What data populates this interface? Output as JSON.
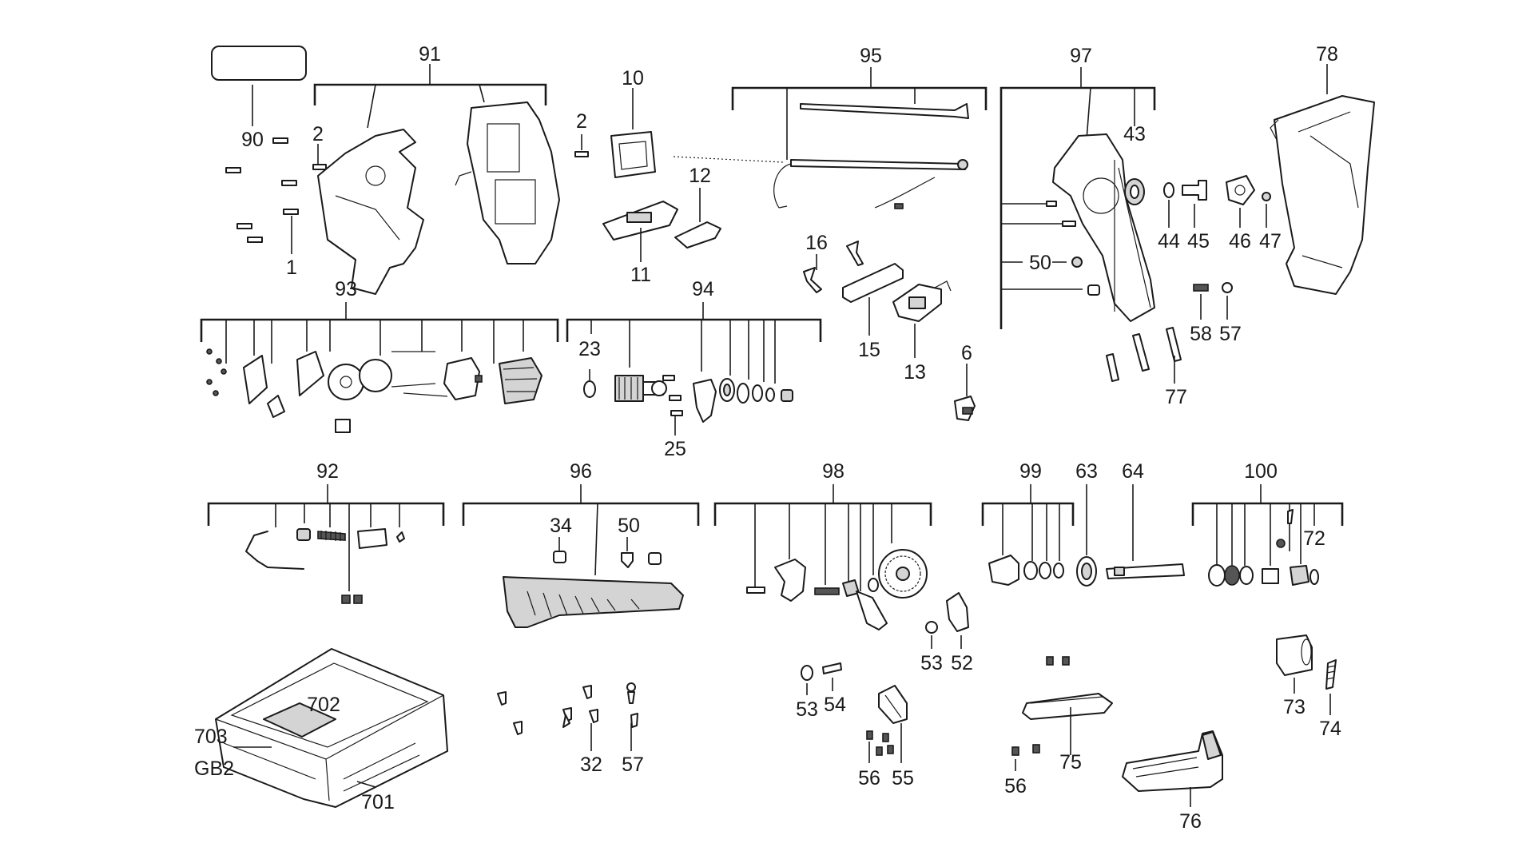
{
  "labels": {
    "l90": "90",
    "l91": "91",
    "l2a": "2",
    "l1": "1",
    "l10": "10",
    "l2b": "2",
    "l12": "12",
    "l11": "11",
    "l95": "95",
    "l97": "97",
    "l43": "43",
    "l78": "78",
    "l44": "44",
    "l45": "45",
    "l46": "46",
    "l47": "47",
    "l50a": "50",
    "l16": "16",
    "l15": "15",
    "l13": "13",
    "l6": "6",
    "l58": "58",
    "l57a": "57",
    "l77": "77",
    "l93": "93",
    "l94": "94",
    "l23": "23",
    "l25": "25",
    "l92": "92",
    "l96": "96",
    "l34": "34",
    "l50b": "50",
    "l98": "98",
    "l99": "99",
    "l63": "63",
    "l64": "64",
    "l100": "100",
    "l72": "72",
    "l53a": "53",
    "l52": "52",
    "l53b": "53",
    "l54": "54",
    "l73": "73",
    "l74": "74",
    "l702": "702",
    "l703": "703",
    "lgb2": "GB2",
    "l701": "701",
    "l32": "32",
    "l57b": "57",
    "l56a": "56",
    "l55": "55",
    "l75": "75",
    "l56b": "56",
    "l76": "76"
  },
  "colors": {
    "ink": "#1a1a1a",
    "shade": "#d4d4d4",
    "dark": "#555555",
    "background": "#ffffff"
  },
  "icons": {
    "90": "label-plate-icon",
    "91": "housing-halves-icon",
    "78": "motor-housing-icon",
    "97": "gear-housing-icon",
    "701": "carry-case-icon",
    "76": "shoe-plate-icon"
  }
}
